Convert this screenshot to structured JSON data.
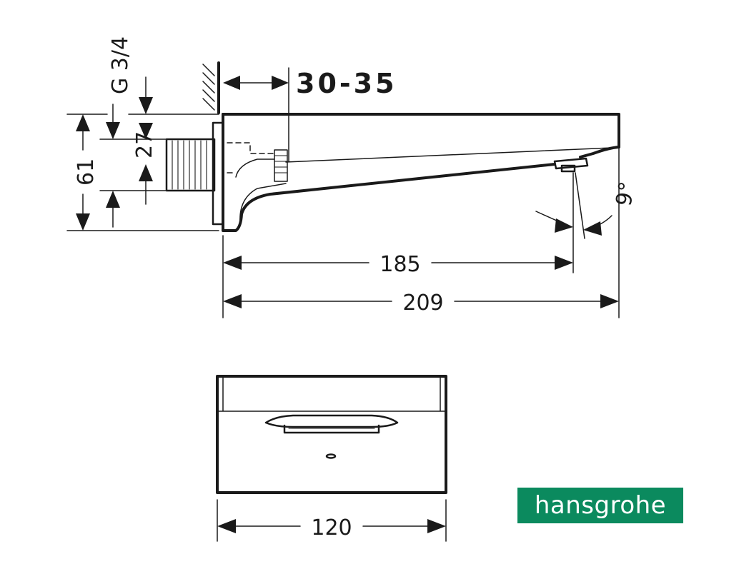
{
  "brand": {
    "logo_text": "hansgrohe",
    "color": "#0b8a5e"
  },
  "dimensions": {
    "wall_thickness": "30-35",
    "thread": "G 3/4",
    "connection_offset": "27",
    "height": "61",
    "angle": "9°",
    "projection": "185",
    "length": "209",
    "width": "120"
  },
  "colors": {
    "line": "#1a1a1a",
    "background": "#ffffff",
    "logo_text": "#ffffff"
  }
}
